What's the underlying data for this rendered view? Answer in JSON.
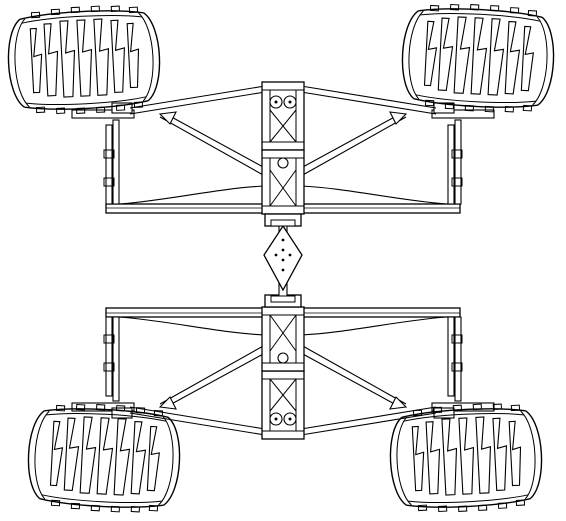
{
  "drawing": {
    "subject": "",
    "line_color": "#000000",
    "background": "#ffffff",
    "wheels": [
      {
        "name": "front-left-wheel"
      },
      {
        "name": "front-right-wheel"
      },
      {
        "name": "rear-left-wheel"
      },
      {
        "name": "rear-right-wheel"
      }
    ]
  }
}
